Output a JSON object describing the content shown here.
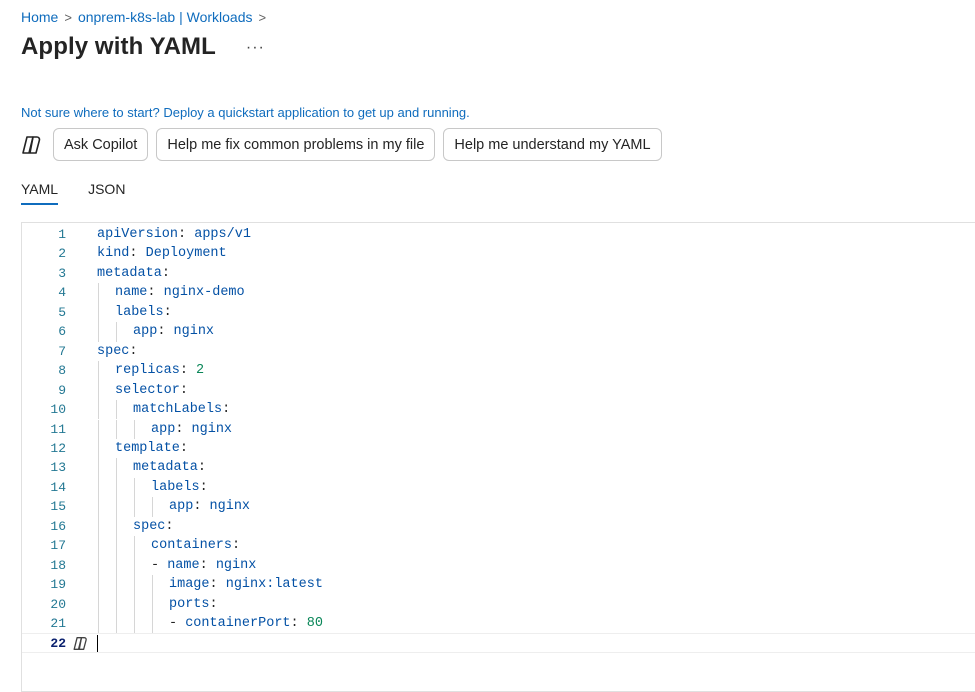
{
  "breadcrumb": {
    "items": [
      "Home",
      "onprem-k8s-lab | Workloads"
    ],
    "separator": ">"
  },
  "page": {
    "title": "Apply with YAML",
    "more_label": "···"
  },
  "quickstart_link": "Not sure where to start? Deploy a quickstart application to get up and running.",
  "actions": {
    "ask_copilot": "Ask Copilot",
    "fix_problems": "Help me fix common problems in my file",
    "understand_yaml": "Help me understand my YAML"
  },
  "tabs": [
    {
      "label": "YAML",
      "active": true
    },
    {
      "label": "JSON",
      "active": false
    }
  ],
  "editor": {
    "lines": [
      {
        "num": "1",
        "indent": 0,
        "key": "apiVersion",
        "value": "apps/v1"
      },
      {
        "num": "2",
        "indent": 0,
        "key": "kind",
        "value": "Deployment"
      },
      {
        "num": "3",
        "indent": 0,
        "key": "metadata",
        "value": ""
      },
      {
        "num": "4",
        "indent": 1,
        "key": "name",
        "value": "nginx-demo"
      },
      {
        "num": "5",
        "indent": 1,
        "key": "labels",
        "value": ""
      },
      {
        "num": "6",
        "indent": 2,
        "key": "app",
        "value": "nginx"
      },
      {
        "num": "7",
        "indent": 0,
        "key": "spec",
        "value": ""
      },
      {
        "num": "8",
        "indent": 1,
        "key": "replicas",
        "value": "2",
        "numeric": true
      },
      {
        "num": "9",
        "indent": 1,
        "key": "selector",
        "value": ""
      },
      {
        "num": "10",
        "indent": 2,
        "key": "matchLabels",
        "value": ""
      },
      {
        "num": "11",
        "indent": 3,
        "key": "app",
        "value": "nginx"
      },
      {
        "num": "12",
        "indent": 1,
        "key": "template",
        "value": ""
      },
      {
        "num": "13",
        "indent": 2,
        "key": "metadata",
        "value": ""
      },
      {
        "num": "14",
        "indent": 3,
        "key": "labels",
        "value": ""
      },
      {
        "num": "15",
        "indent": 4,
        "key": "app",
        "value": "nginx"
      },
      {
        "num": "16",
        "indent": 2,
        "key": "spec",
        "value": ""
      },
      {
        "num": "17",
        "indent": 3,
        "key": "containers",
        "value": ""
      },
      {
        "num": "18",
        "indent": 3,
        "dash": true,
        "key": "name",
        "value": "nginx"
      },
      {
        "num": "19",
        "indent": 4,
        "key": "image",
        "value": "nginx:latest"
      },
      {
        "num": "20",
        "indent": 4,
        "key": "ports",
        "value": ""
      },
      {
        "num": "21",
        "indent": 4,
        "dash": true,
        "key": "containerPort",
        "value": "80",
        "numeric": true
      },
      {
        "num": "22",
        "indent": 0,
        "key": "",
        "value": "",
        "current": true
      }
    ]
  },
  "icons": {
    "copilot": "copilot-icon",
    "gutter": "copilot-gutter-icon"
  },
  "colors": {
    "link": "#0f6cbd",
    "yaml_key": "#0451a5",
    "yaml_number": "#098658",
    "line_number": "#237893"
  }
}
